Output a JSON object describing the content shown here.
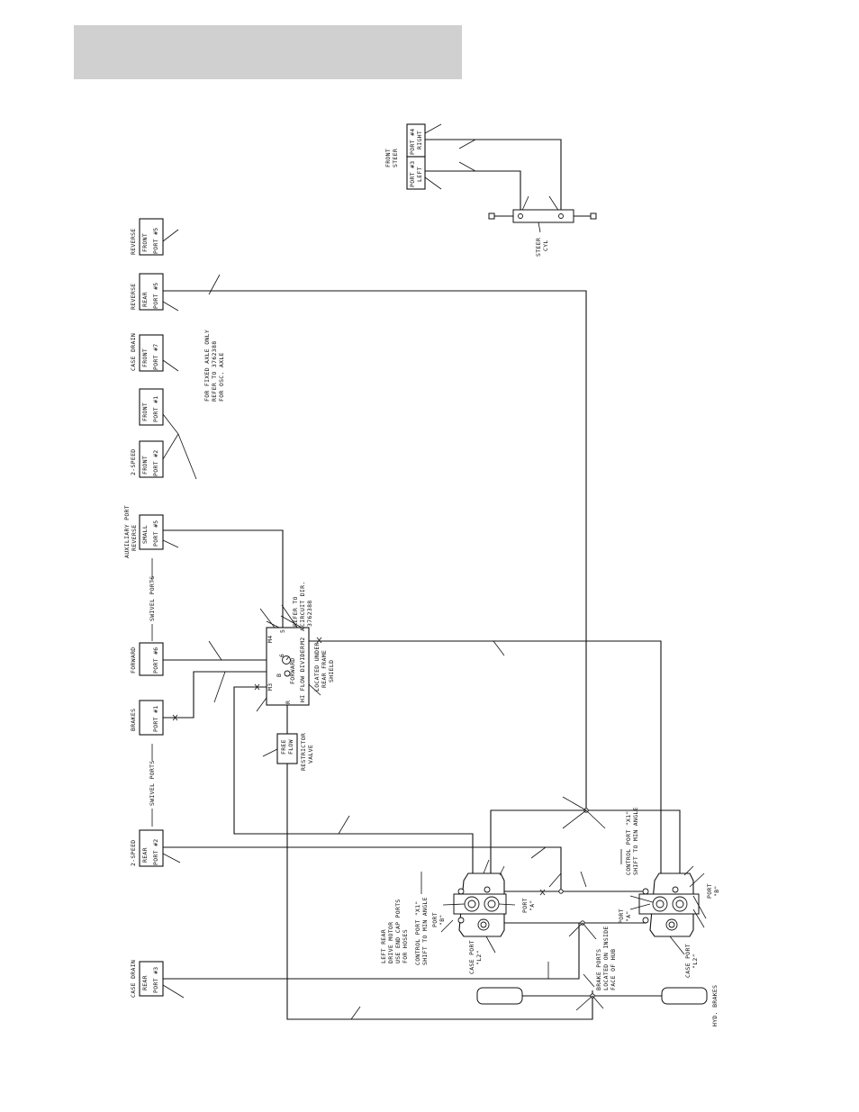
{
  "ports": {
    "reverse_front": [
      "REVERSE",
      "FRONT",
      "PORT #5"
    ],
    "reverse_rear": [
      "REVERSE",
      "REAR",
      "PORT #5"
    ],
    "case_drain_front": [
      "CASE DRAIN",
      "FRONT",
      "PORT #7"
    ],
    "front_1": [
      "FRONT",
      "PORT #1"
    ],
    "two_speed_front": [
      "2-SPEED",
      "FRONT",
      "PORT #2"
    ],
    "aux_small": [
      "AUXILIARY PORT",
      "REVERSE",
      "SMALL",
      "PORT #5"
    ],
    "forward_6": [
      "FORWARD",
      "PORT #6"
    ],
    "brakes_1": [
      "BRAKES",
      "PORT #1"
    ],
    "two_speed_rear": [
      "2-SPEED",
      "REAR",
      "PORT #2"
    ],
    "case_drain_rear": [
      "CASE DRAIN",
      "REAR",
      "PORT #3"
    ],
    "steer_right": [
      "PORT #4",
      "RIGHT"
    ],
    "steer_left": [
      "PORT #3",
      "LEFT"
    ]
  },
  "labels": {
    "front_steer": [
      "FRONT",
      "STEER"
    ],
    "steer_cyl": [
      "STEER",
      "CYL"
    ],
    "fixed_axle_note": [
      "FOR FIXED AXLE ONLY",
      "REFER TO 3762388",
      "FOR OSC. AXLE"
    ],
    "swivel_ports_top": "SWIVEL PORTS",
    "swivel_ports_bottom": "SWIVEL PORTS",
    "refer_circ": [
      "REFER TO",
      "CIRCUIT DIR.",
      "3762388"
    ],
    "flow_divider": [
      "FORWARD",
      "HI FLOW DIVIDER",
      "LOCATED UNDER",
      "REAR FRAME",
      "SHIELD"
    ],
    "fd_m4": "M4",
    "fd_m3": "M3",
    "fd_m2": "M2",
    "fd_5": "5",
    "fd_6": "6",
    "fd_a": "A",
    "fd_b": "B",
    "fd_r": "R",
    "free_flow": [
      "FREE",
      "FLOW"
    ],
    "restrictor": [
      "RESTRICTOR",
      "VALVE"
    ],
    "left_rear": [
      "LEFT REAR",
      "DRIVE MOTOR",
      "USE END CAP PORTS",
      "FOR HOSES"
    ],
    "control_port_left": [
      "CONTROL PORT \"X1\"",
      "SHIFT TO MIN ANGLE"
    ],
    "control_port_right": [
      "CONTROL PORT \"X1\"",
      "SHIFT TO MIN ANGLE"
    ],
    "port_b_left": [
      "PORT",
      "\"B\""
    ],
    "port_a_left": [
      "PORT",
      "\"A\""
    ],
    "port_a_right": [
      "PORT",
      "\"A\""
    ],
    "port_b_right": [
      "PORT",
      "\"B\""
    ],
    "case_port_left": [
      "CASE PORT",
      "\"L2\""
    ],
    "case_port_right": [
      "CASE PORT",
      "\"L2\""
    ],
    "brake_ports": [
      "BRAKE PORTS",
      "LOCATED ON INSIDE",
      "FACE OF HUB"
    ],
    "hyd_brakes": "HYD. BRAKES"
  }
}
